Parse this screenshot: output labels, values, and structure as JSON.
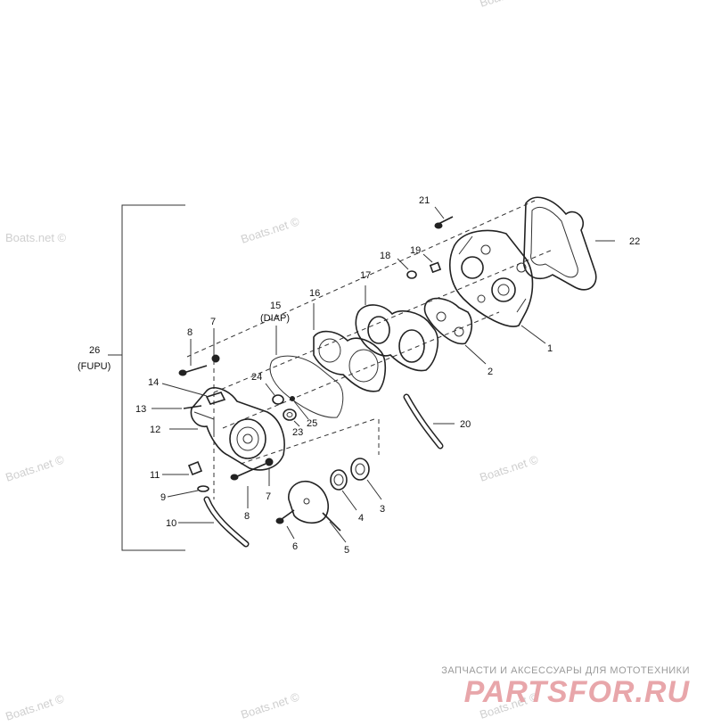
{
  "watermark": "Boats.net ©",
  "group_labels": {
    "fuel_pump_number": "26",
    "fuel_pump_code": "(FUPU)",
    "diaphragm_number": "15",
    "diaphragm_code": "(DIAP)"
  },
  "callouts": [
    "1",
    "2",
    "3",
    "4",
    "5",
    "6",
    "7",
    "7",
    "8",
    "8",
    "9",
    "10",
    "11",
    "12",
    "13",
    "14",
    "16",
    "17",
    "18",
    "19",
    "20",
    "21",
    "22",
    "23",
    "24",
    "25"
  ],
  "footer": {
    "caption": "ЗАПЧАСТИ И АКСЕССУАРЫ ДЛЯ МОТОТЕХНИКИ",
    "brand": "PARTSFOR.RU"
  },
  "colors": {
    "brand": "#e8a6aa",
    "watermark": "#cfcfcf",
    "lines": "#222222"
  }
}
